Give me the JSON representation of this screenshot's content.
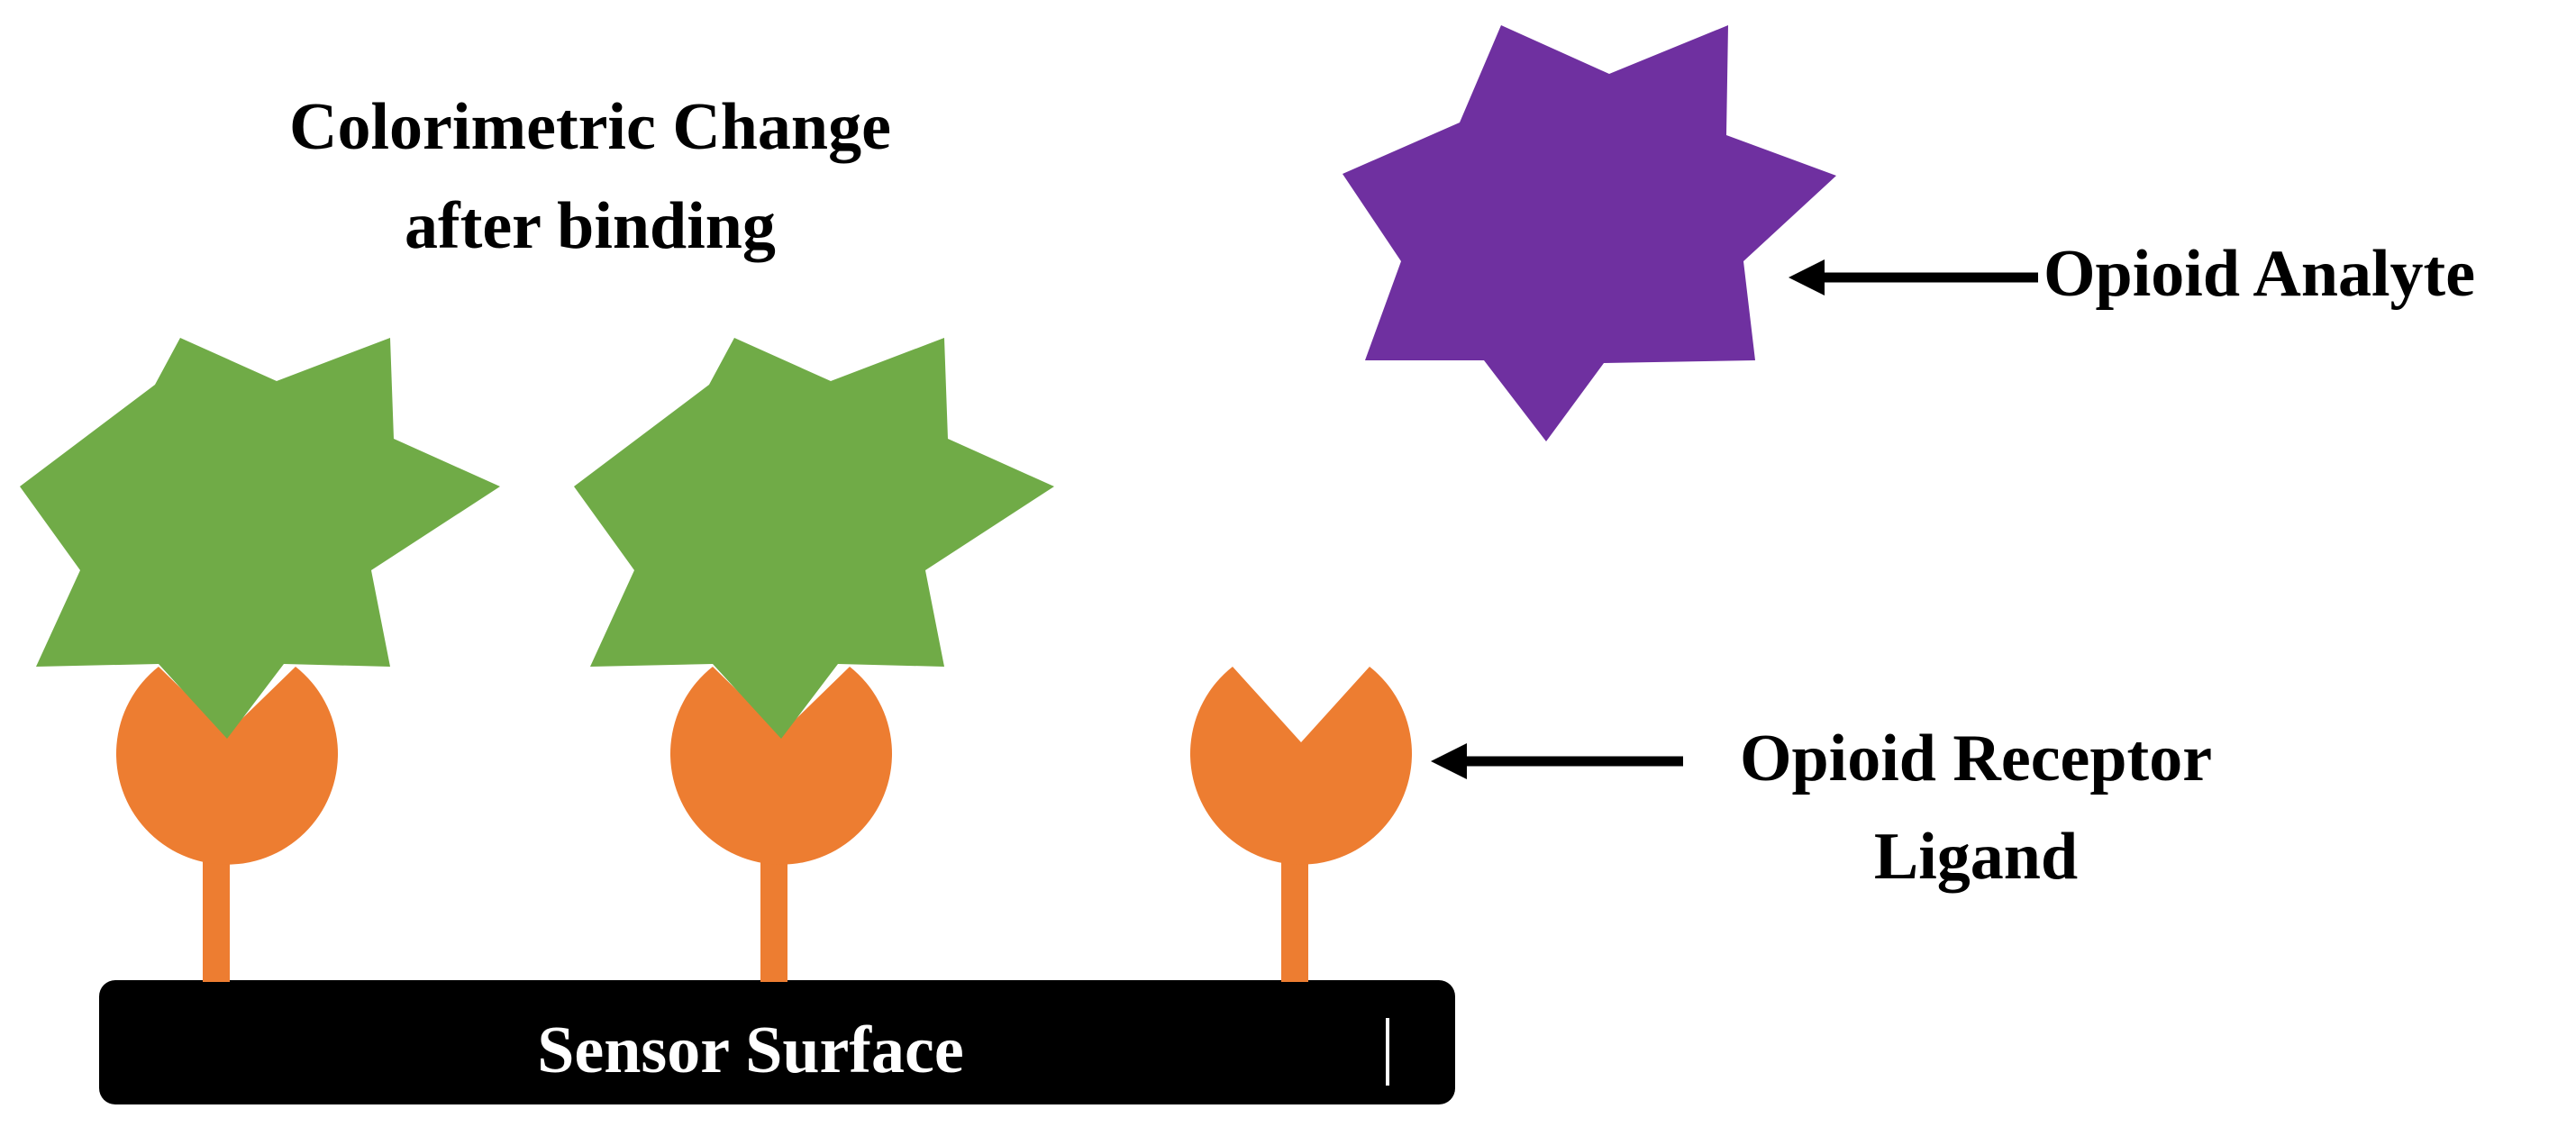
{
  "labels": {
    "colorimetric_line1": "Colorimetric Change",
    "colorimetric_line2": "after binding",
    "analyte": "Opioid Analyte",
    "receptor_line1": "Opioid Receptor",
    "receptor_line2": "Ligand",
    "surface": "Sensor Surface"
  },
  "colors": {
    "bound_star": "#70AB47",
    "analyte_star": "#6F30A0",
    "receptor": "#ED7D31",
    "surface": "#000000",
    "arrow": "#000000"
  }
}
